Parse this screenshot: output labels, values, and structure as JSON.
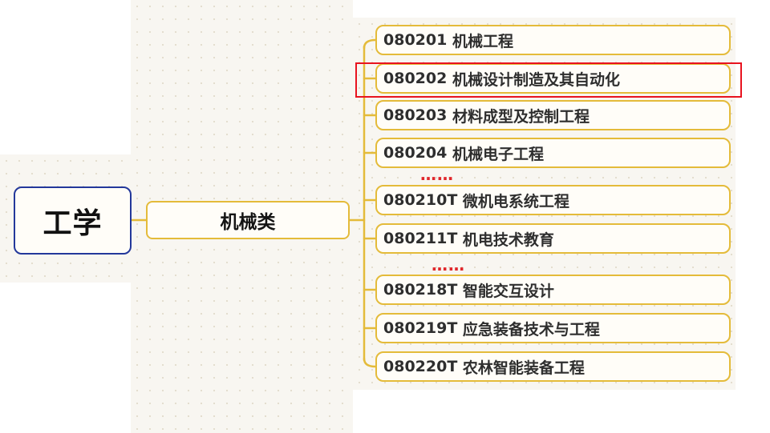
{
  "root": {
    "label": "工学"
  },
  "category": {
    "label": "机械类"
  },
  "majors": [
    {
      "code": "080201",
      "name": "机械工程"
    },
    {
      "code": "080202",
      "name": "机械设计制造及其自动化",
      "highlighted": true
    },
    {
      "code": "080203",
      "name": "材料成型及控制工程"
    },
    {
      "code": "080204",
      "name": "机械电子工程"
    },
    {
      "code": "080210T",
      "name": "微机电系统工程"
    },
    {
      "code": "080211T",
      "name": "机电技术教育"
    },
    {
      "code": "080218T",
      "name": "智能交互设计"
    },
    {
      "code": "080219T",
      "name": "应急装备技术与工程"
    },
    {
      "code": "080220T",
      "name": "农林智能装备工程"
    }
  ],
  "ellipses": [
    "……",
    "……"
  ],
  "colors": {
    "root_border": "#23389b",
    "branch": "#e4bb3a",
    "highlight": "#e8131f",
    "ellipsis": "#e0262b"
  }
}
